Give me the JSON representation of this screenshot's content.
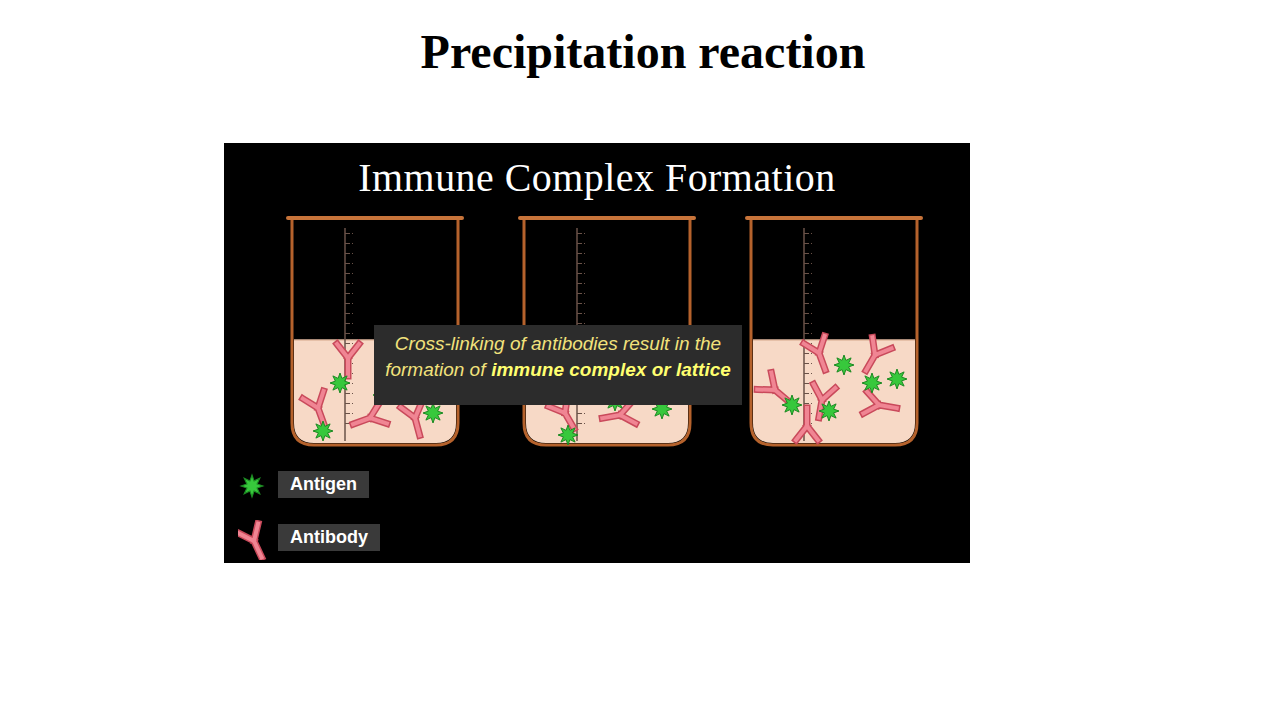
{
  "diagram": {
    "title": "Precipitation reaction",
    "nodes": [
      {
        "text": [
          "Immune Complex Formation"
        ]
      },
      {
        "text": [
          "Cross-linking of antibodies result in the formation of",
          "immune complex or lattice"
        ],
        "in": 0
      }
    ],
    "legend": [
      {
        "text": "Antigen"
      },
      {
        "text": "Antibody"
      }
    ]
  }
}
